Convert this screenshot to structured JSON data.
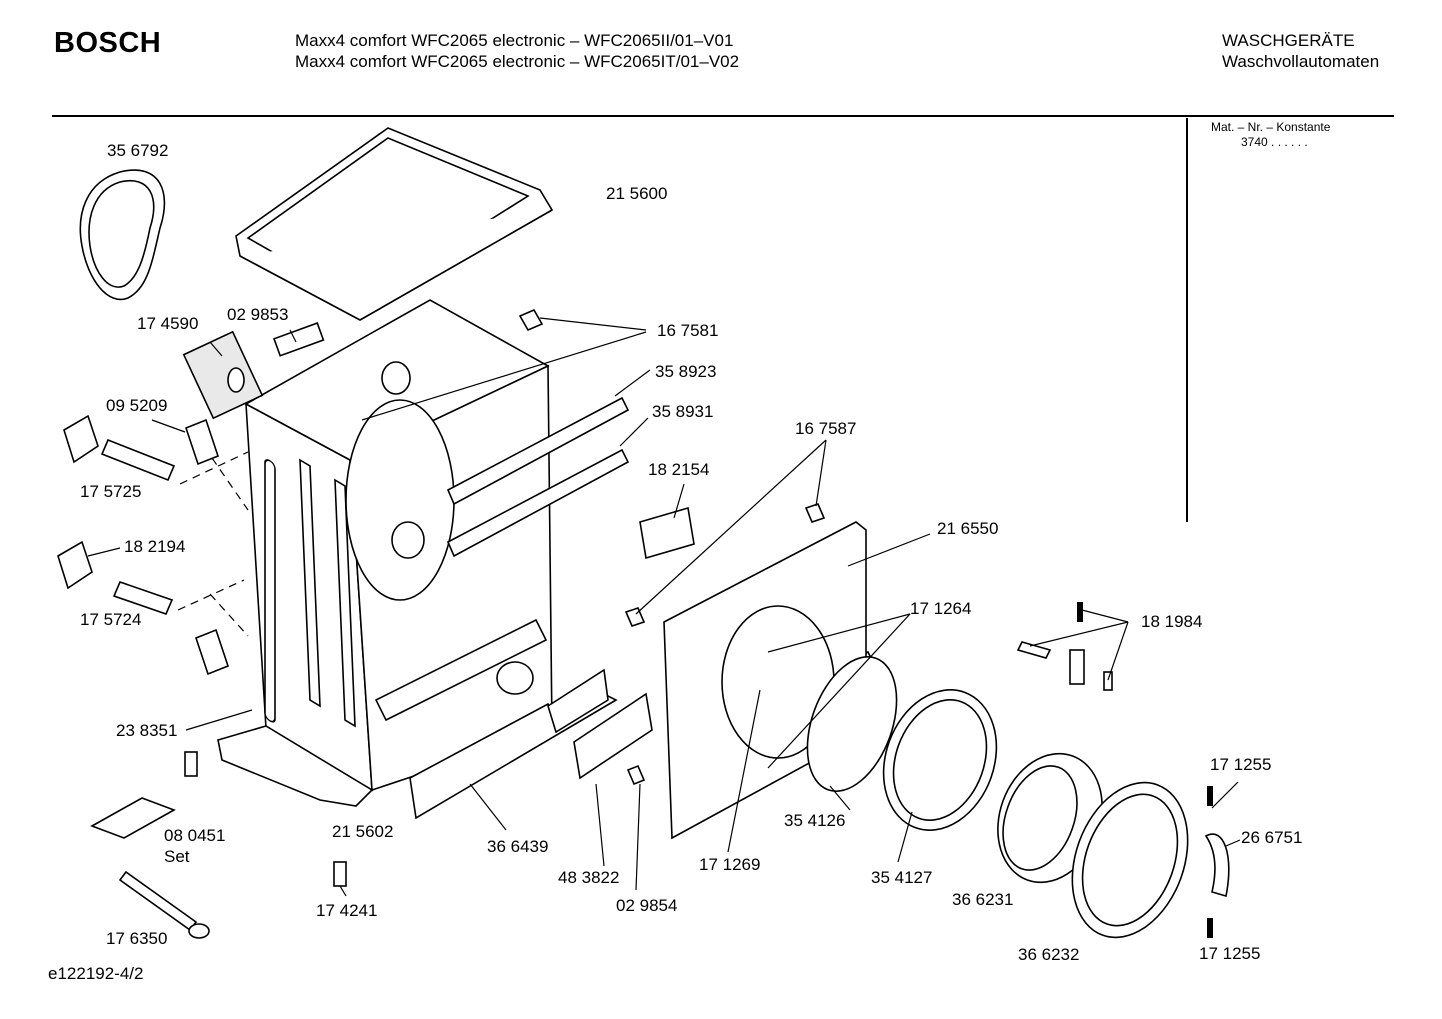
{
  "header": {
    "brand": "BOSCH",
    "title_line1": "Maxx4 comfort WFC2065 electronic – WFC2065II/01–V01",
    "title_line2": "Maxx4 comfort WFC2065 electronic – WFC2065IT/01–V02",
    "category": "WASCHGERÄTE",
    "subcategory": "Waschvollautomaten"
  },
  "sidebar": {
    "mat_label": "Mat. – Nr. – Konstante",
    "mat_value": "3740  .  .    .  .  .  ."
  },
  "footer": {
    "diagram_code": "e122192-4/2"
  },
  "parts": [
    {
      "id": "p356792",
      "label": "35 6792"
    },
    {
      "id": "p215600",
      "label": "21 5600"
    },
    {
      "id": "p174590",
      "label": "17 4590"
    },
    {
      "id": "p029853",
      "label": "02 9853"
    },
    {
      "id": "p167581",
      "label": "16 7581"
    },
    {
      "id": "p358923",
      "label": "35 8923"
    },
    {
      "id": "p358931",
      "label": "35 8931"
    },
    {
      "id": "p095209",
      "label": "09 5209"
    },
    {
      "id": "p175725",
      "label": "17 5725"
    },
    {
      "id": "p167587",
      "label": "16 7587"
    },
    {
      "id": "p182154",
      "label": "18 2154"
    },
    {
      "id": "p216550",
      "label": "21 6550"
    },
    {
      "id": "p182194",
      "label": "18 2194"
    },
    {
      "id": "p171264",
      "label": "17 1264"
    },
    {
      "id": "p175724",
      "label": "17 5724"
    },
    {
      "id": "p181984",
      "label": "18 1984"
    },
    {
      "id": "p238351",
      "label": "23 8351"
    },
    {
      "id": "p171255a",
      "label": "17 1255"
    },
    {
      "id": "p354126",
      "label": "35 4126"
    },
    {
      "id": "p080451",
      "label": "08 0451"
    },
    {
      "id": "p080451set",
      "label": "Set"
    },
    {
      "id": "p266751",
      "label": "26 6751"
    },
    {
      "id": "p215602",
      "label": "21 5602"
    },
    {
      "id": "p366439",
      "label": "36 6439"
    },
    {
      "id": "p171269",
      "label": "17 1269"
    },
    {
      "id": "p354127",
      "label": "35 4127"
    },
    {
      "id": "p483822",
      "label": "48 3822"
    },
    {
      "id": "p029854",
      "label": "02 9854"
    },
    {
      "id": "p366231",
      "label": "36 6231"
    },
    {
      "id": "p174241",
      "label": "17 4241"
    },
    {
      "id": "p176350",
      "label": "17 6350"
    },
    {
      "id": "p366232",
      "label": "36 6232"
    },
    {
      "id": "p171255b",
      "label": "17 1255"
    }
  ]
}
